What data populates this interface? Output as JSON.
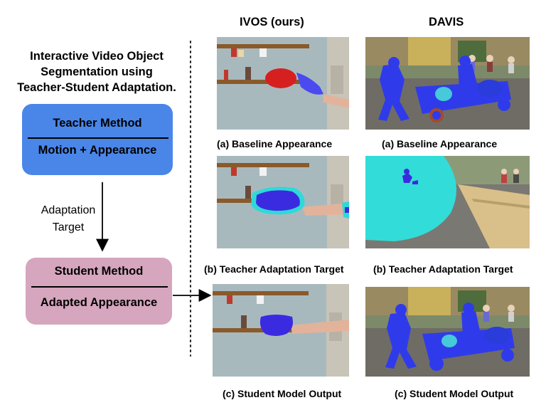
{
  "title": {
    "line1": "Interactive Video Object",
    "line2": "Segmentation using",
    "line3": "Teacher-Student Adaptation."
  },
  "teacher": {
    "heading": "Teacher Method",
    "subheading": "Motion + Appearance"
  },
  "adaptation": {
    "line1": "Adaptation",
    "line2": "Target"
  },
  "student": {
    "heading": "Student Method",
    "subheading": "Adapted Appearance"
  },
  "columns": {
    "left": "IVOS (ours)",
    "right": "DAVIS"
  },
  "captions": {
    "ivos_a": "(a) Baseline Appearance",
    "davis_a": "(a) Baseline Appearance",
    "ivos_b": "(b) Teacher Adaptation Target",
    "davis_b": "(b) Teacher Adaptation Target",
    "ivos_c": "(c) Student Model Output",
    "davis_c": "(c) Student Model Output"
  },
  "colors": {
    "teacher_box": "#4a86e8",
    "student_box": "#d5a6bd",
    "mask_blue": "#2a2ae6",
    "mask_cyan": "#2fd9d9"
  }
}
